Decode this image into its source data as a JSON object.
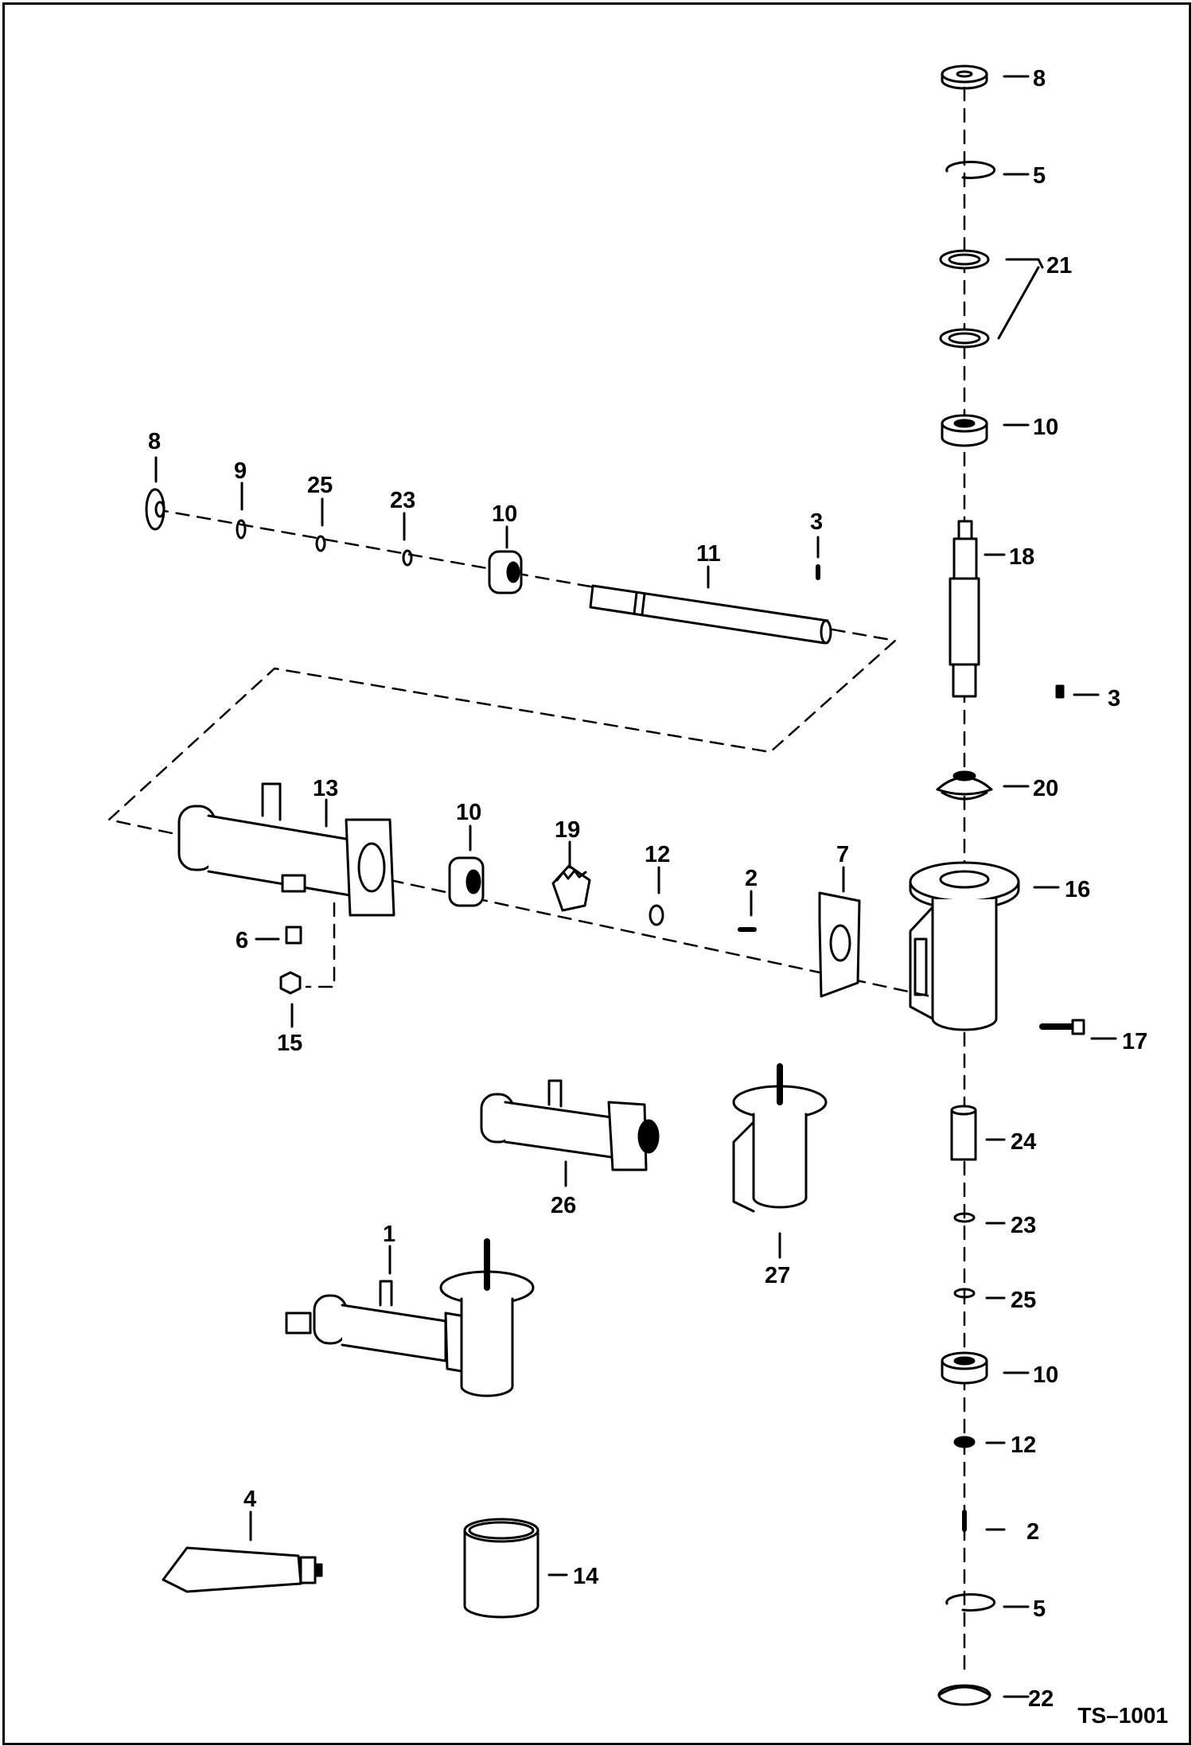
{
  "drawing_id": "TS–1001",
  "callouts": {
    "c8a": "8",
    "c5a": "5",
    "c21": "21",
    "c10a": "10",
    "c18": "18",
    "c3a": "3",
    "c20": "20",
    "c16": "16",
    "c17": "17",
    "c24": "24",
    "c23a": "23",
    "c25a": "25",
    "c10b": "10",
    "c12a": "12",
    "c2a": "2",
    "c5b": "5",
    "c22": "22",
    "c8b": "8",
    "c9": "9",
    "c25b": "25",
    "c23b": "23",
    "c10c": "10",
    "c3b": "3",
    "c11": "11",
    "c13": "13",
    "c10d": "10",
    "c19": "19",
    "c12b": "12",
    "c2b": "2",
    "c7": "7",
    "c6": "6",
    "c15": "15",
    "c26": "26",
    "c27": "27",
    "c1": "1",
    "c4": "4",
    "c14": "14"
  }
}
